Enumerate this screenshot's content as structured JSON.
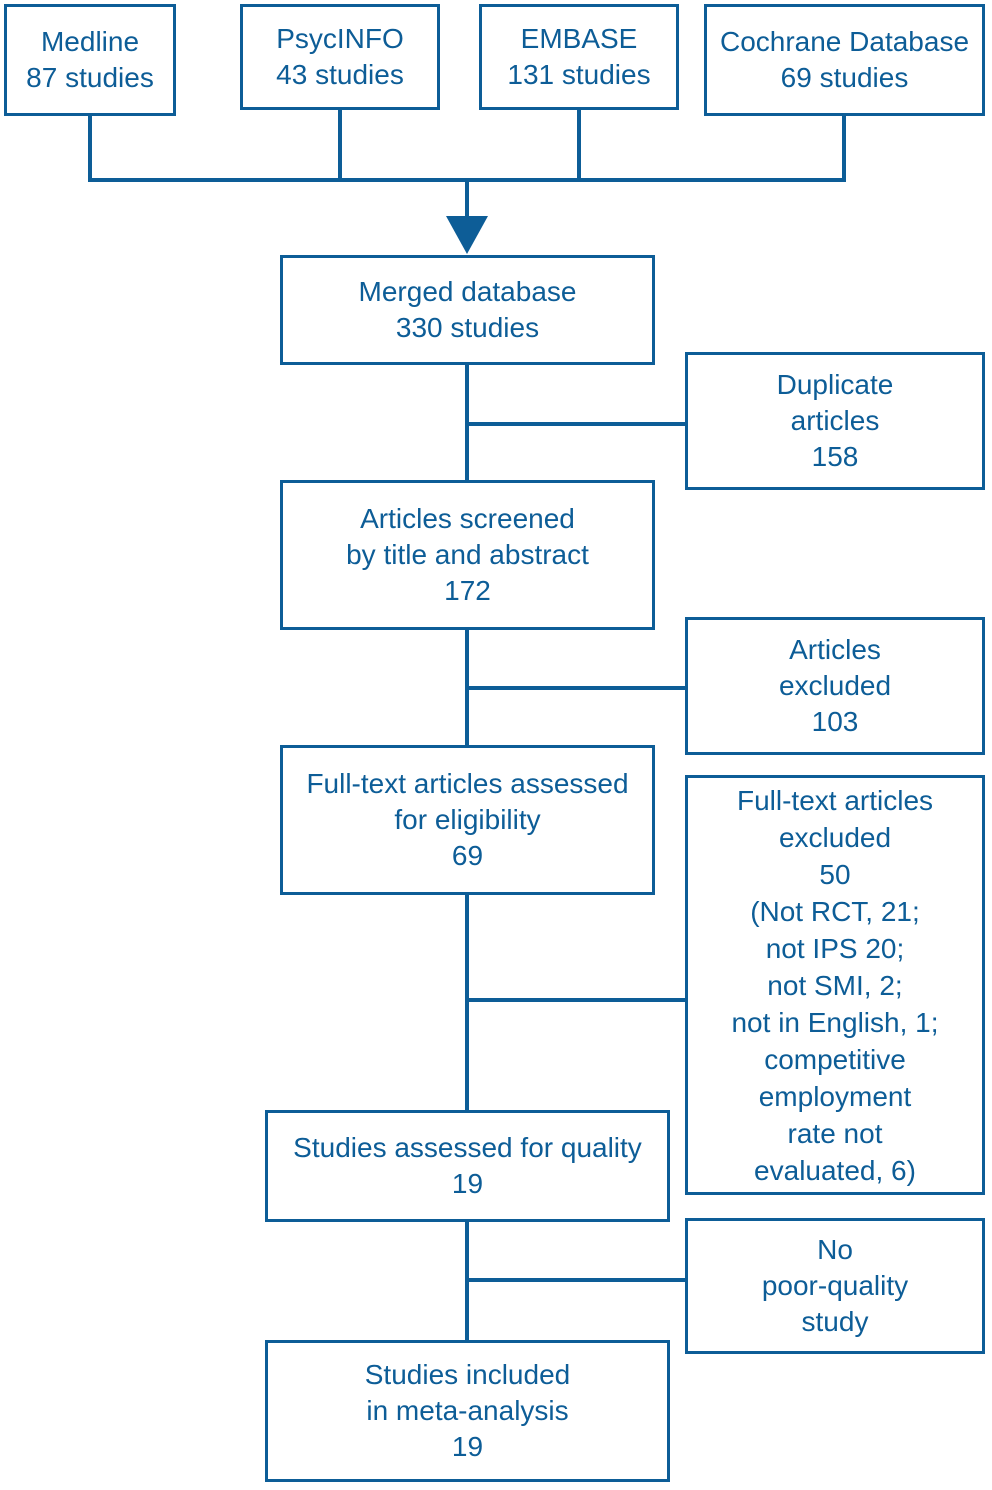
{
  "colors": {
    "accent": "#0d5d97",
    "background": "#ffffff"
  },
  "flowchart": {
    "type": "study-selection-flow",
    "boxes": {
      "medline": {
        "lines": [
          "Medline",
          "87 studies"
        ]
      },
      "psycinfo": {
        "lines": [
          "PsycINFO",
          "43 studies"
        ]
      },
      "embase": {
        "lines": [
          "EMBASE",
          "131 studies"
        ]
      },
      "cochrane": {
        "lines": [
          "Cochrane Database",
          "69 studies"
        ]
      },
      "merged": {
        "lines": [
          "Merged database",
          "330 studies"
        ]
      },
      "duplicates": {
        "lines": [
          "Duplicate",
          "articles",
          "158"
        ]
      },
      "screened": {
        "lines": [
          "Articles screened",
          "by title and abstract",
          "172"
        ]
      },
      "articles_excluded": {
        "lines": [
          "Articles",
          "excluded",
          "103"
        ]
      },
      "fulltext": {
        "lines": [
          "Full-text articles assessed",
          "for eligibility",
          "69"
        ]
      },
      "fulltext_excluded": {
        "lines": [
          "Full-text articles",
          "excluded",
          "50",
          "(Not RCT, 21;",
          "not IPS 20;",
          "not SMI, 2;",
          "not in English, 1;",
          "competitive",
          "employment",
          "rate not",
          "evaluated, 6)"
        ]
      },
      "quality": {
        "lines": [
          "Studies assessed for quality",
          "19"
        ]
      },
      "no_poor_quality": {
        "lines": [
          "No",
          "poor-quality",
          "study"
        ]
      },
      "included": {
        "lines": [
          "Studies included",
          "in meta-analysis",
          "19"
        ]
      }
    }
  }
}
